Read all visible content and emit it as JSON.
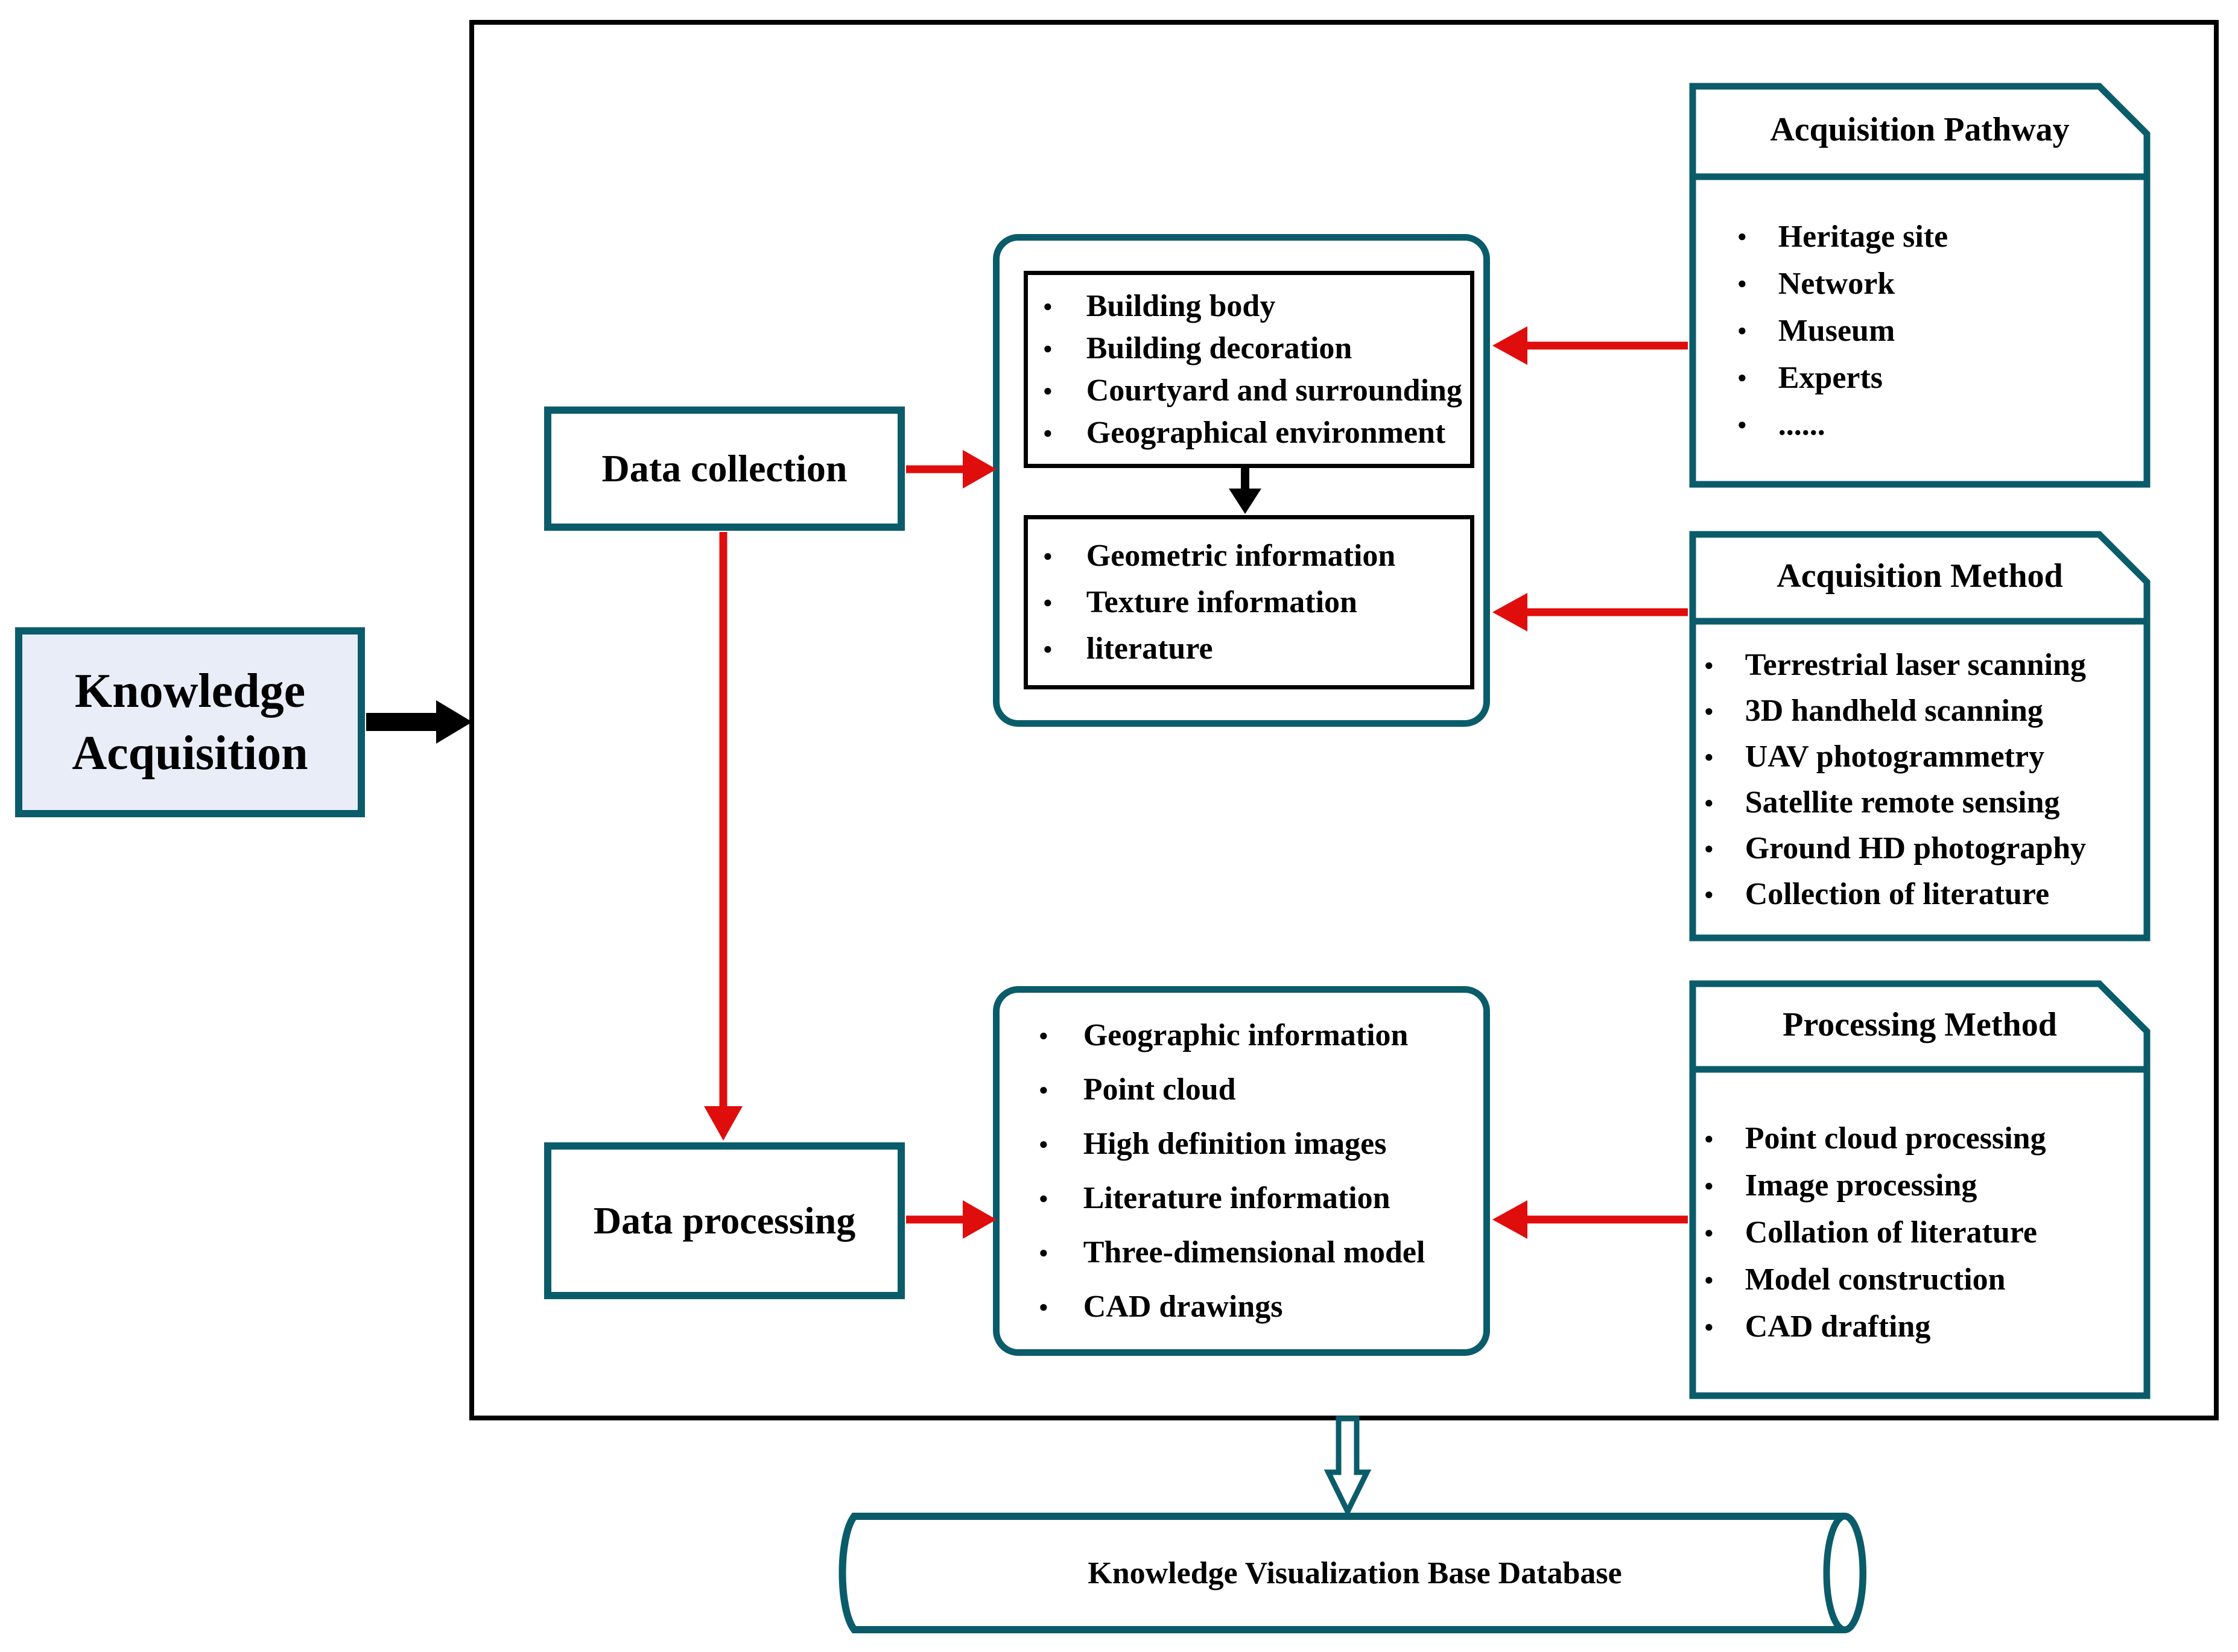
{
  "source": {
    "label": "Knowledge Acquisition"
  },
  "stages": {
    "collection": "Data collection",
    "processing": "Data processing"
  },
  "collection_scope": {
    "items": [
      "Building body",
      "Building decoration",
      "Courtyard and surrounding",
      "Geographical environment"
    ]
  },
  "collection_outputs": {
    "items": [
      "Geometric information",
      "Texture information",
      "literature"
    ]
  },
  "processing_outputs": {
    "items": [
      "Geographic information",
      "Point cloud",
      "High definition images",
      "Literature information",
      "Three-dimensional model",
      "CAD drawings"
    ]
  },
  "notes": {
    "pathway": {
      "title": "Acquisition Pathway",
      "items": [
        "Heritage site",
        "Network",
        "Museum",
        "Experts",
        "......"
      ]
    },
    "method": {
      "title": "Acquisition Method",
      "items": [
        "Terrestrial laser scanning",
        "3D handheld scanning",
        "UAV photogrammetry",
        "Satellite remote sensing",
        "Ground HD photography",
        "Collection of literature"
      ]
    },
    "processing": {
      "title": "Processing Method",
      "items": [
        "Point cloud processing",
        "Image processing",
        "Collation of literature",
        "Model construction",
        "CAD drafting"
      ]
    }
  },
  "database": {
    "label": "Knowledge Visualization Base Database"
  },
  "colors": {
    "teal": "#0b5c6a",
    "red": "#e00d0d",
    "black": "#000000",
    "source_fill": "#e8edf8"
  }
}
